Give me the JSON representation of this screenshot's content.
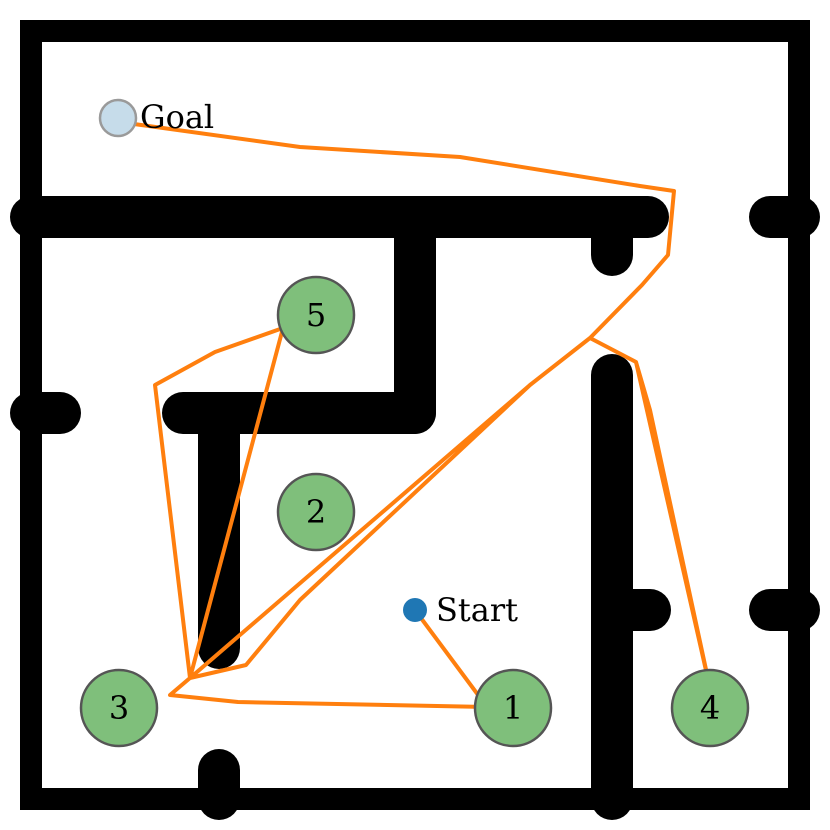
{
  "maze": {
    "wall_color": "#000000",
    "background": "#ffffff"
  },
  "start": {
    "label": "Start",
    "color": "#1f77b4"
  },
  "goal": {
    "label": "Goal",
    "color": "#c6dcea",
    "stroke": "#9a9a9a"
  },
  "waypoints": [
    {
      "label": "1"
    },
    {
      "label": "2"
    },
    {
      "label": "3"
    },
    {
      "label": "4"
    },
    {
      "label": "5"
    }
  ],
  "waypoint_style": {
    "fill": "#7fbf7b",
    "stroke": "#555555"
  },
  "path_color": "#ff7f0e"
}
